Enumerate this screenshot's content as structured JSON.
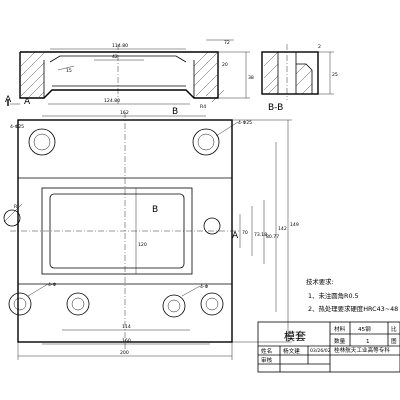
{
  "section_marks": {
    "view_top": "A",
    "view_top_arrow": "A",
    "view_bb": "B-B",
    "plan_b_top": "B",
    "plan_b_mid": "B",
    "plan_a_side": "A"
  },
  "dimensions": {
    "top_width": "114.80",
    "top_inner": "42",
    "top_bottom": "124.80",
    "top_angle": "15",
    "top_height": "38",
    "top_right_r": "72",
    "top_r_small": "R4",
    "top_small_20": "20",
    "bb_small": "2",
    "bb_height": "25",
    "plan_top_162": "162",
    "plan_hole_label_left": "4-Φ25",
    "plan_hole_label_right": "4-Φ25",
    "plan_114": "114",
    "plan_160": "160",
    "plan_200": "200",
    "plan_120": "120",
    "plan_70": "70",
    "plan_73_18": "73.18",
    "plan_80_77": "80.77",
    "plan_142": "142",
    "plan_149": "149",
    "plan_r_left": "R",
    "plan_bottom_label_a": "4-Φ",
    "plan_bottom_label_b": "4-Φ"
  },
  "tech_notes": {
    "title": "技术要求:",
    "line1": "1、未注圆角R0.5",
    "line2": "2、热处理要求硬度HRC43~48"
  },
  "title_block": {
    "part_name": "模套",
    "material_label": "材料",
    "material_value": "45钢",
    "scale_label": "比",
    "qty_label": "数量",
    "qty_value": "1",
    "fig_label": "图",
    "drawn_label": "姓名",
    "drawn_name": "杨文建",
    "date": "03/26/02",
    "review_label": "审核",
    "school": "桂林航天工业高等专科"
  }
}
